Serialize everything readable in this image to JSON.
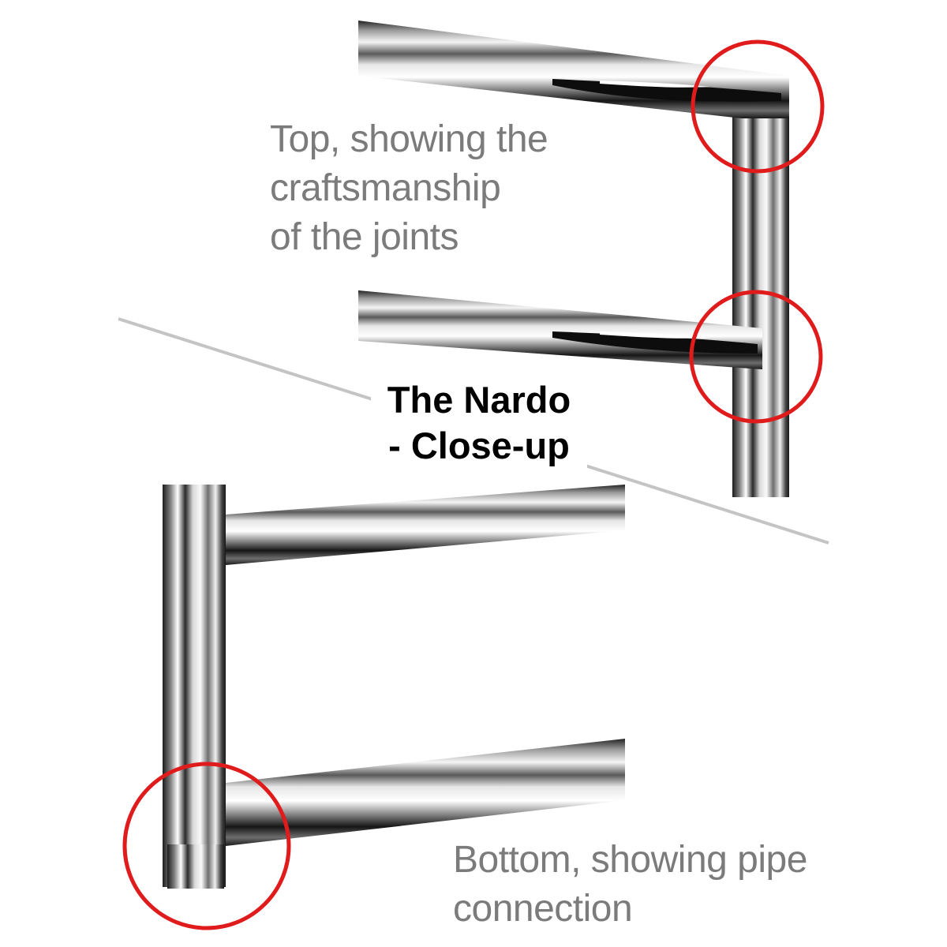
{
  "title": {
    "line1": "The Nardo",
    "line2": "- Close-up"
  },
  "captions": {
    "top": [
      "Top, showing the",
      "craftsmanship",
      "of the joints"
    ],
    "bottom": [
      "Bottom, showing pipe",
      "connection"
    ]
  },
  "colors": {
    "highlight_circle": "#e01b1b",
    "caption_text": "#7b7b7b",
    "title_text": "#000000",
    "divider_line": "#c4c4c4",
    "chrome_dark": "#111111",
    "chrome_light": "#f2f2f2"
  }
}
